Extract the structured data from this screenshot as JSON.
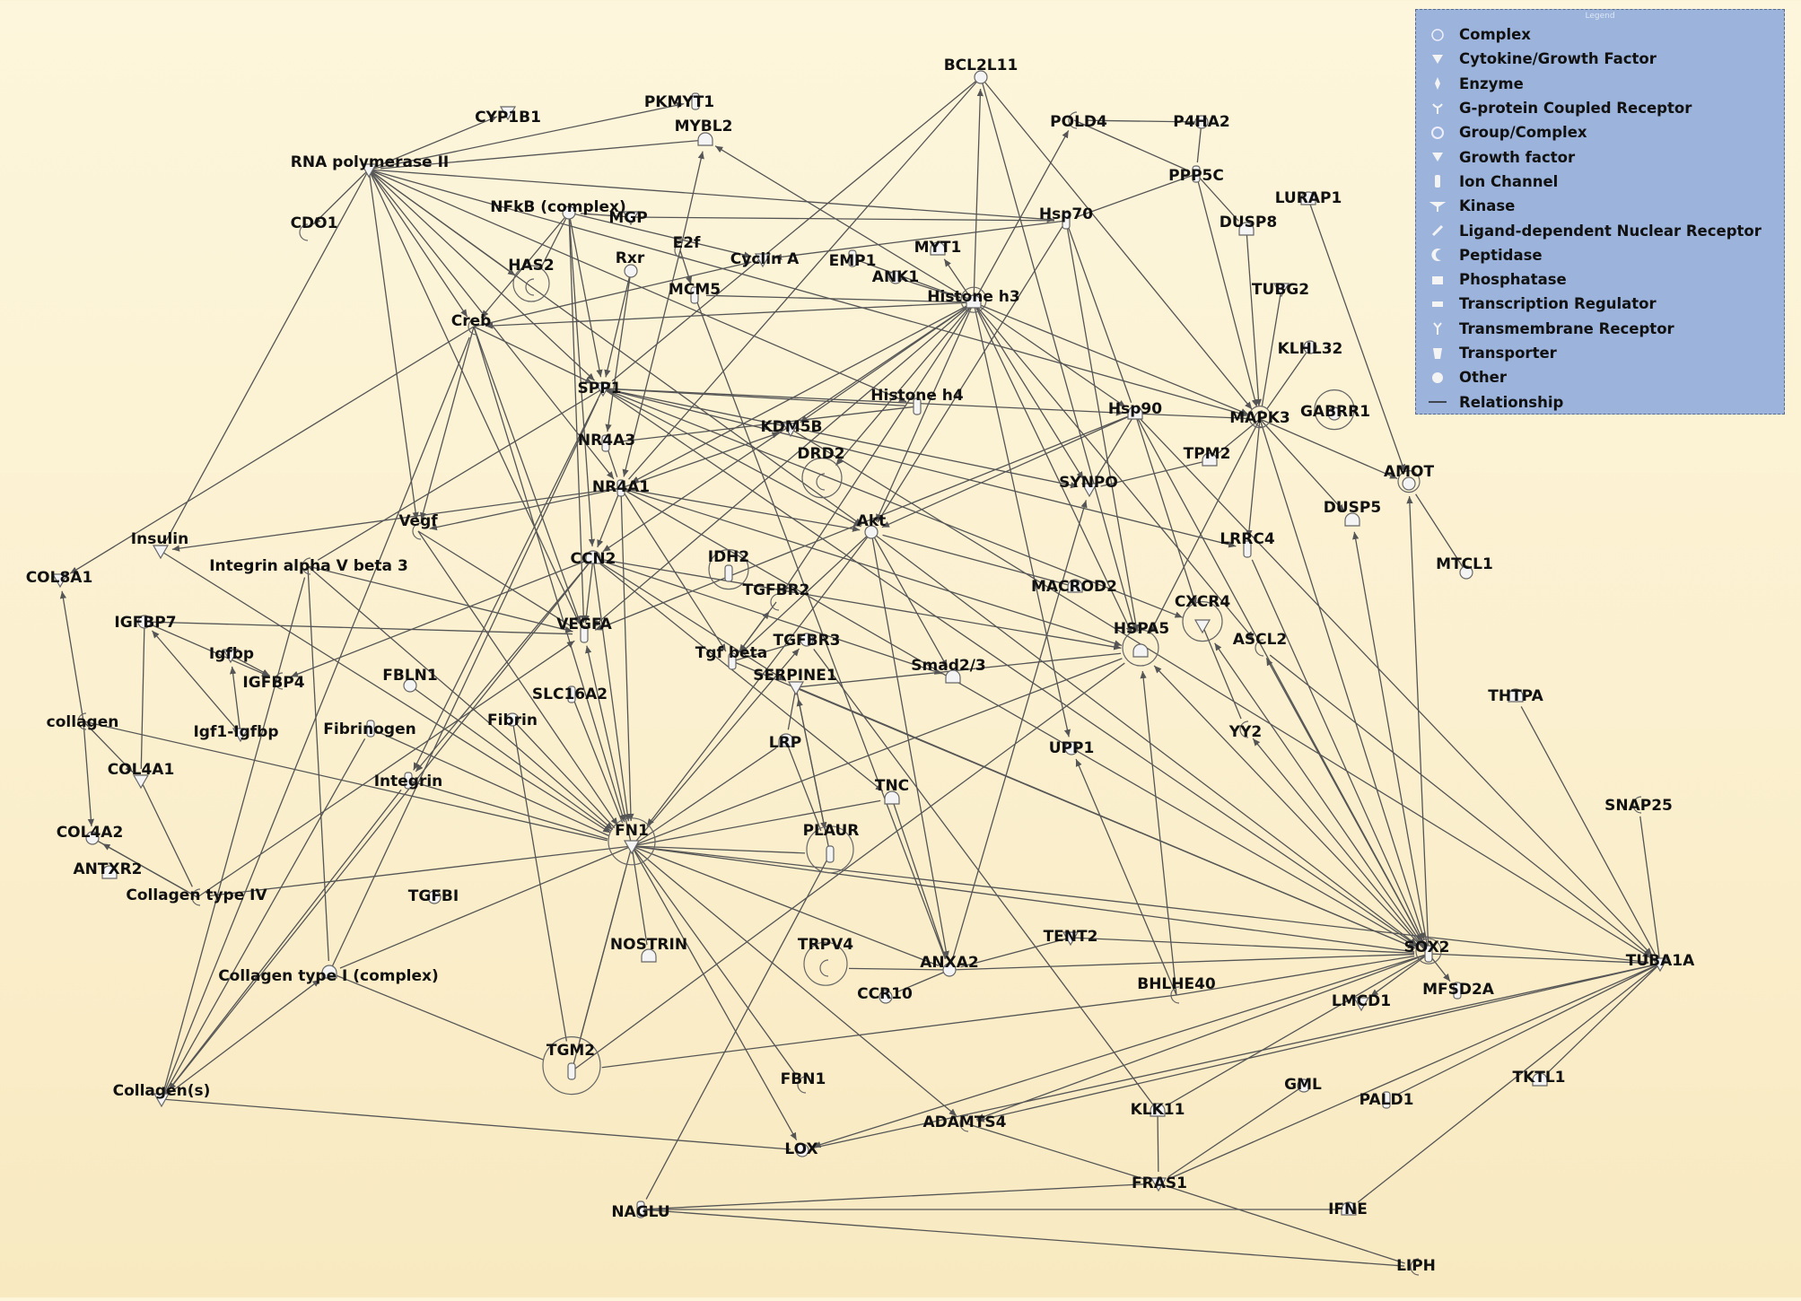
{
  "legend": {
    "caption": "Legend",
    "items": [
      {
        "label": "Complex",
        "icon": "complex-icon"
      },
      {
        "label": "Cytokine/Growth Factor",
        "icon": "cytokine-icon"
      },
      {
        "label": "Enzyme",
        "icon": "enzyme-icon"
      },
      {
        "label": "G-protein Coupled Receptor",
        "icon": "gpcr-icon"
      },
      {
        "label": "Group/Complex",
        "icon": "group-complex-icon"
      },
      {
        "label": "Growth factor",
        "icon": "growth-factor-icon"
      },
      {
        "label": "Ion Channel",
        "icon": "ion-channel-icon"
      },
      {
        "label": "Kinase",
        "icon": "kinase-icon"
      },
      {
        "label": "Ligand-dependent Nuclear Receptor",
        "icon": "nuclear-receptor-icon"
      },
      {
        "label": "Peptidase",
        "icon": "peptidase-icon"
      },
      {
        "label": "Phosphatase",
        "icon": "phosphatase-icon"
      },
      {
        "label": "Transcription Regulator",
        "icon": "transcription-regulator-icon"
      },
      {
        "label": "Transmembrane Receptor",
        "icon": "transmembrane-receptor-icon"
      },
      {
        "label": "Transporter",
        "icon": "transporter-icon"
      },
      {
        "label": "Other",
        "icon": "other-icon"
      },
      {
        "label": "Relationship",
        "icon": "relationship-line-icon"
      }
    ]
  },
  "nodes": {
    "BCL2L11": "BCL2L11",
    "CYP1B1": "CYP1B1",
    "PKMYT1": "PKMYT1",
    "MYBL2": "MYBL2",
    "POLD4": "POLD4",
    "P4HA2": "P4HA2",
    "RNAPII": "RNA polymerase II",
    "PPP5C": "PPP5C",
    "LURAP1": "LURAP1",
    "CDO1": "CDO1",
    "NFKB": "NFkB (complex)",
    "MGP": "MGP",
    "HSP70": "Hsp70",
    "DUSP8": "DUSP8",
    "E2F": "E2f",
    "RXR": "Rxr",
    "CYCA": "Cyclin A",
    "EMP1": "EMP1",
    "MYT1": "MYT1",
    "HAS2": "HAS2",
    "ANK1": "ANK1",
    "TUBG2": "TUBG2",
    "MCM5": "MCM5",
    "H3": "Histone h3",
    "CREB": "Creb",
    "KLHL32": "KLHL32",
    "SPP1": "SPP1",
    "H4": "Histone h4",
    "HSP90": "Hsp90",
    "MAPK3": "MAPK3",
    "GABRR1": "GABRR1",
    "KDM5B": "KDM5B",
    "NR4A3": "NR4A3",
    "TPM2": "TPM2",
    "DRD2": "DRD2",
    "AMOT": "AMOT",
    "SYNPO": "SYNPO",
    "NR4A1": "NR4A1",
    "DUSP5": "DUSP5",
    "VEGF": "Vegf",
    "AKT": "Akt",
    "INSULIN": "Insulin",
    "LRRC4": "LRRC4",
    "CCN2": "CCN2",
    "ITGAV": "Integrin alpha V beta 3",
    "MTCL1": "MTCL1",
    "COL8A1": "COL8A1",
    "IDH2": "IDH2",
    "MACROD2": "MACROD2",
    "TGFBR2": "TGFBR2",
    "IGFBP7": "IGFBP7",
    "CXCR4": "CXCR4",
    "VEGFA": "VEGFA",
    "HSPA5": "HSPA5",
    "ASCL2": "ASCL2",
    "TGFBR3": "TGFBR3",
    "IGFBP": "Igfbp",
    "TGFB": "Tgf beta",
    "SMAD": "Smad2/3",
    "IGFBP4": "IGFBP4",
    "FBLN1": "FBLN1",
    "SERPINE1": "SERPINE1",
    "SLC16A2": "SLC16A2",
    "THTPA": "THTPA",
    "COLLAGEN": "collagen",
    "FIBRIN": "Fibrin",
    "IGF1": "Igf1-Igfbp",
    "FIBRINOGEN": "Fibrinogen",
    "LRP": "LRP",
    "YY2": "YY2",
    "UPP1": "UPP1",
    "COL4A1": "COL4A1",
    "INTEGRIN": "Integrin",
    "TNC": "TNC",
    "SNAP25": "SNAP25",
    "COL4A2": "COL4A2",
    "FN1": "FN1",
    "PLAUR": "PLAUR",
    "ANTXR2": "ANTXR2",
    "COLIV": "Collagen type IV",
    "TGFBI": "TGFBI",
    "TENT2": "TENT2",
    "SOX2": "SOX2",
    "NOSTRIN": "NOSTRIN",
    "TRPV4": "TRPV4",
    "ANXA2": "ANXA2",
    "TUBA1A": "TUBA1A",
    "MFSD2A": "MFSD2A",
    "COLI": "Collagen type I (complex)",
    "BHLHE40": "BHLHE40",
    "CCR10": "CCR10",
    "LMCD1": "LMCD1",
    "TGM2": "TGM2",
    "TKTL1": "TKTL1",
    "FBN1": "FBN1",
    "GML": "GML",
    "COLLAGENS": "Collagen(s)",
    "PALD1": "PALD1",
    "KLK11": "KLK11",
    "ADAMTS4": "ADAMTS4",
    "LOX": "LOX",
    "FRAS1": "FRAS1",
    "NAGLU": "NAGLU",
    "IFNE": "IFNE",
    "LIPH": "LIPH"
  },
  "colors": {
    "background": "#fbf0cf",
    "legend_background": "#9cb4dc",
    "edge": "#555555",
    "node_fill": "#f4f4f4",
    "node_stroke": "#666666",
    "label": "#111111"
  }
}
